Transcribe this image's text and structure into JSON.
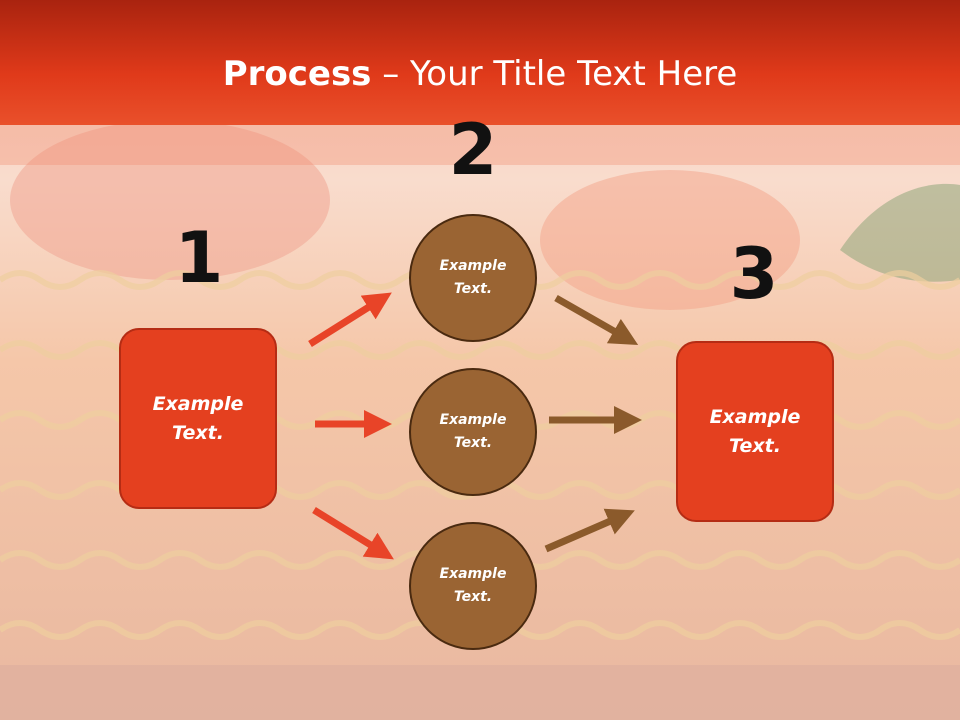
{
  "title": {
    "bold": "Process",
    "rest": " – Your Title Text Here"
  },
  "steps": [
    "1",
    "2",
    "3"
  ],
  "left_box": {
    "text": "Example\nText."
  },
  "right_box": {
    "text": "Example\nText."
  },
  "circles": [
    {
      "text": "Example\nText."
    },
    {
      "text": "Example\nText."
    },
    {
      "text": "Example\nText."
    }
  ],
  "colors": {
    "header_red": "#e63c1c",
    "box_fill": "#e4401f",
    "circle_fill": "#9a6433",
    "arrow_red": "#e84428",
    "arrow_brown": "#8b5a2b"
  }
}
